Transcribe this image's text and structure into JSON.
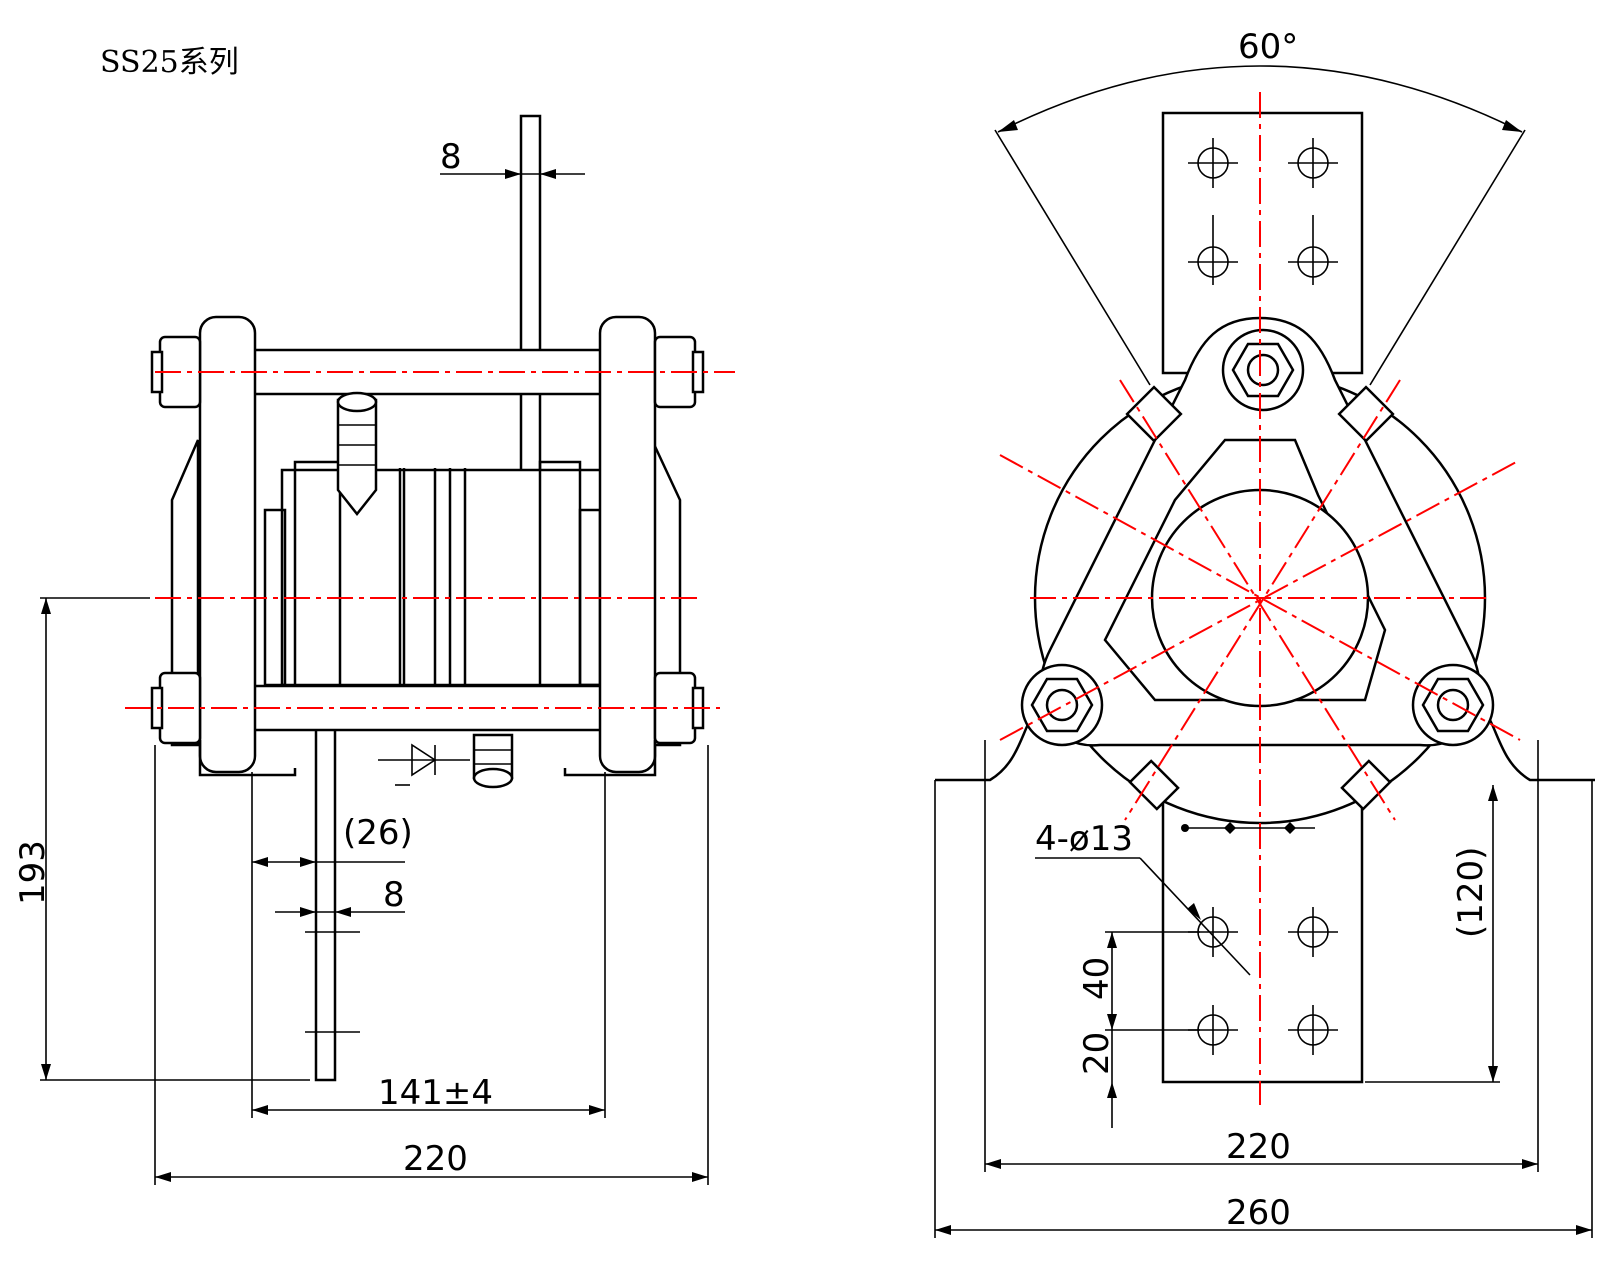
{
  "title": "SS25系列",
  "side_view": {
    "dim_plate_thickness_top": "8",
    "dim_offset": "(26)",
    "dim_plate_thickness_bottom": "8",
    "dim_height": "193",
    "dim_bolt_span": "141±4",
    "dim_width": "220"
  },
  "front_view": {
    "dim_angle": "60°",
    "dim_holes": "4-ø13",
    "dim_hole_pitch": "40",
    "dim_hole_edge": "20",
    "dim_plate_height": "(120)",
    "dim_inner_width": "220",
    "dim_outer_width": "260"
  }
}
